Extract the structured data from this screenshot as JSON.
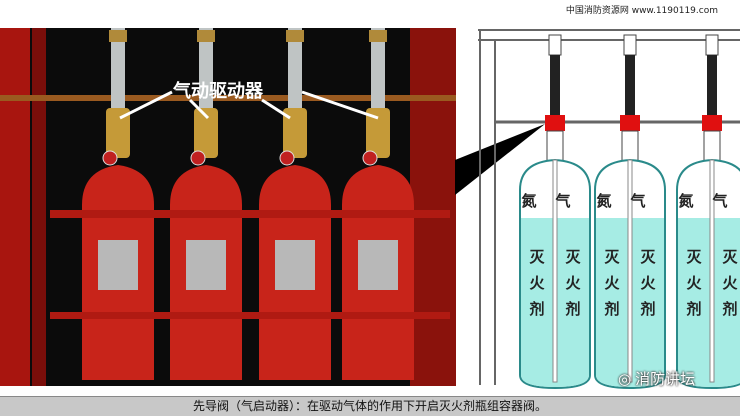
{
  "watermark": "中国消防资源网 www.1190119.com",
  "photo_label": "气动驱动器",
  "bottle_top_chars": [
    "氮",
    "气"
  ],
  "bottle_agent_chars": [
    "灭",
    "火",
    "剂"
  ],
  "wechat_label": "消防讲坛",
  "caption": "先导阀（气启动器）：在驱动气体的作用下开启灭火剂瓶组容器阀。",
  "colors": {
    "cylinder": "#c8241a",
    "agent": "#a6ece4",
    "marker": "#e01010"
  }
}
